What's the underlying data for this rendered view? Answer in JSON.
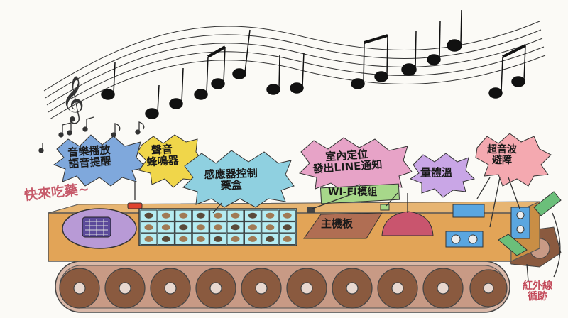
{
  "labels": {
    "music": [
      "音樂播放",
      "語音提醒"
    ],
    "eat": "快來吃藥~",
    "buzzer": [
      "聲音",
      "蜂鳴器"
    ],
    "sensors": [
      "感應器控制",
      "藥盒"
    ],
    "locate": [
      "室內定位",
      "發出LINE通知"
    ],
    "wifi": "WI-FI模組",
    "mainboard": "主機板",
    "temp": "量體溫",
    "ultrasonic": [
      "超音波",
      "避障"
    ],
    "ir": [
      "紅外線",
      "循跡"
    ]
  },
  "colors": {
    "music_burst": "#7fa8dc",
    "buzzer_burst": "#f0d64a",
    "sensor_burst": "#8fd0e0",
    "locate_burst": "#e7a3c7",
    "wifi_box": "#a7d88a",
    "temp_burst": "#c9a6e6",
    "ultra_burst": "#f4a9b0",
    "base": "#e2a457",
    "tread": "#8a5a3f",
    "mainboard": "#b06e53",
    "grid": "#9fe0ea"
  }
}
